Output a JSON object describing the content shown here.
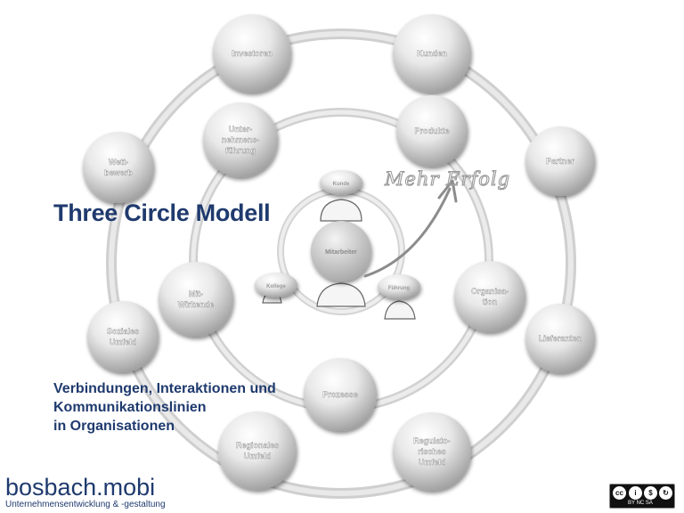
{
  "title": "Three Circle Modell",
  "subtitle": {
    "line1": "Verbindungen, Interaktionen und",
    "line2": "Kommunikationslinien",
    "line3": "in Organisationen"
  },
  "center_node": "Mitarbeiter",
  "inner_nodes": [
    "Kunde",
    "Kollege",
    "Führung"
  ],
  "handwritten_label": "Mehr Erfolg",
  "nodes": [
    {
      "lines": [
        "Investoren"
      ]
    },
    {
      "lines": [
        "Kunden"
      ]
    },
    {
      "lines": [
        "Unter-",
        "nehmens-",
        "führung"
      ]
    },
    {
      "lines": [
        "Produkte"
      ]
    },
    {
      "lines": [
        "Wett-",
        "bewerb"
      ]
    },
    {
      "lines": [
        "Partner"
      ]
    },
    {
      "lines": [
        "Mit-",
        "Wirkende"
      ]
    },
    {
      "lines": [
        "Organisa-",
        "tion"
      ]
    },
    {
      "lines": [
        "Soziales",
        "Umfeld"
      ]
    },
    {
      "lines": [
        "Lieferanten"
      ]
    },
    {
      "lines": [
        "Prozesse"
      ]
    },
    {
      "lines": [
        "Regionales",
        "Umfeld"
      ]
    },
    {
      "lines": [
        "Regulato-",
        "risches",
        "Umfeld"
      ]
    }
  ],
  "logo": {
    "name": "bosbach.mobi",
    "tagline": "Unternehmensentwicklung & -gestaltung"
  },
  "license": {
    "label": "BY NC SA"
  }
}
